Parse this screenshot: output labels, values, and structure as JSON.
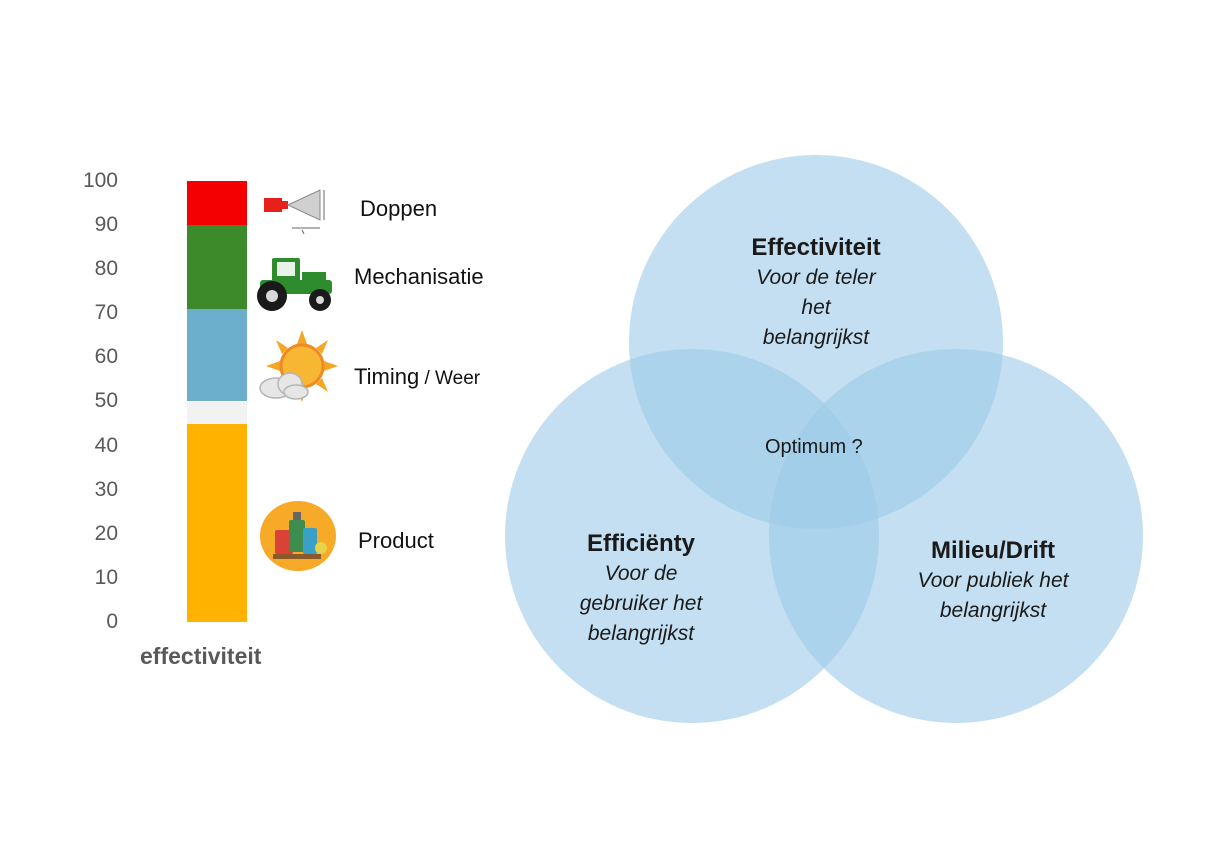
{
  "bar_chart": {
    "ticks": [
      "100",
      "90",
      "80",
      "70",
      "60",
      "50",
      "40",
      "30",
      "20",
      "10",
      "0"
    ],
    "xlabel": "effectiviteit",
    "segments": [
      {
        "name": "Product",
        "from": 0,
        "to": 45,
        "color": "#FFB300"
      },
      {
        "name": "gap",
        "from": 45,
        "to": 50,
        "color": "#F2F2F2"
      },
      {
        "name": "Timing",
        "from": 50,
        "to": 71,
        "color": "#6BAFCC"
      },
      {
        "name": "Mechanisatie",
        "from": 71,
        "to": 90,
        "color": "#3D8A2B"
      },
      {
        "name": "Doppen",
        "from": 90,
        "to": 100,
        "color": "#F50000"
      }
    ],
    "factors": {
      "doppen": "Doppen",
      "mechanisatie": "Mechanisatie",
      "timing": "Timing",
      "timing_sep": " / ",
      "weer": "Weer",
      "product": "Product"
    },
    "icons": [
      "nozzle-icon",
      "tractor-icon",
      "sun-cloud-icon",
      "product-icon"
    ]
  },
  "venn": {
    "circle_color": "#9ECBE8",
    "top": {
      "title": "Effectiviteit",
      "lines": [
        "Voor de teler",
        "het",
        "belangrijkst"
      ]
    },
    "left": {
      "title": "Efficiënty",
      "lines": [
        "Voor de",
        "gebruiker het",
        "belangrijkst"
      ]
    },
    "right": {
      "title": "Milieu/Drift",
      "lines": [
        "Voor publiek het",
        "belangrijkst"
      ]
    },
    "center": "Optimum ?"
  }
}
